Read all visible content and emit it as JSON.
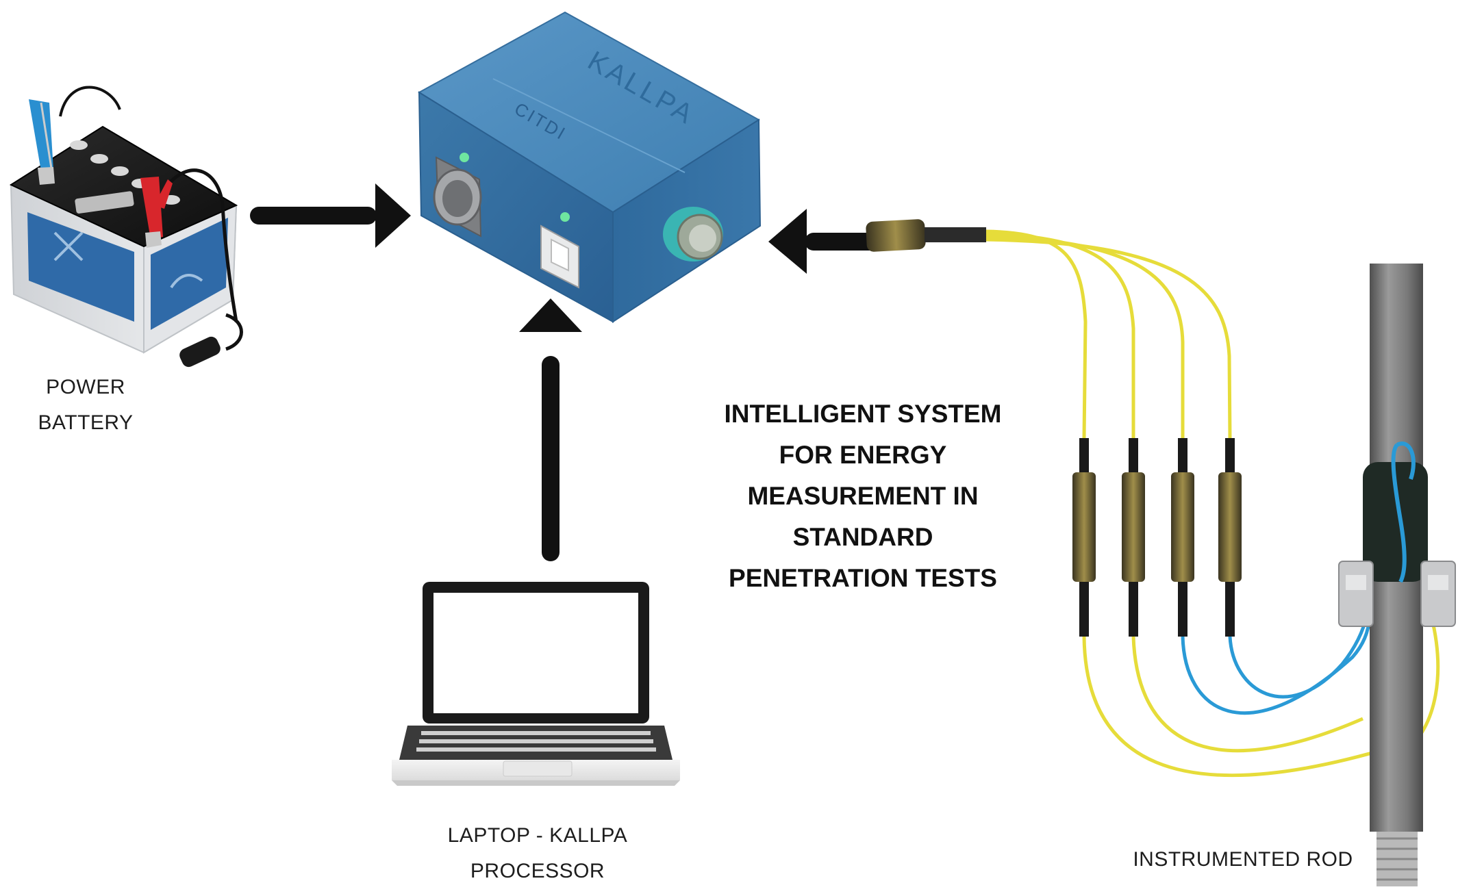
{
  "device": {
    "brand": "KALLPA",
    "sub": "CITDI"
  },
  "labels": {
    "battery": [
      "POWER",
      "BATTERY"
    ],
    "laptop": [
      "LAPTOP - KALLPA",
      "PROCESSOR"
    ],
    "rod": "INSTRUMENTED ROD"
  },
  "title": [
    "INTELLIGENT SYSTEM",
    "FOR ENERGY",
    "MEASUREMENT IN",
    "STANDARD",
    "PENETRATION TESTS"
  ],
  "colors": {
    "device_blue": "#3f7fb1",
    "cable_yellow": "#e6dc3a",
    "cable_blue": "#2a9ad6",
    "arrow": "#111111",
    "rod_gray": "#7a7a7a",
    "clamp_red": "#d8262c",
    "clamp_blue": "#2a8fd0"
  }
}
